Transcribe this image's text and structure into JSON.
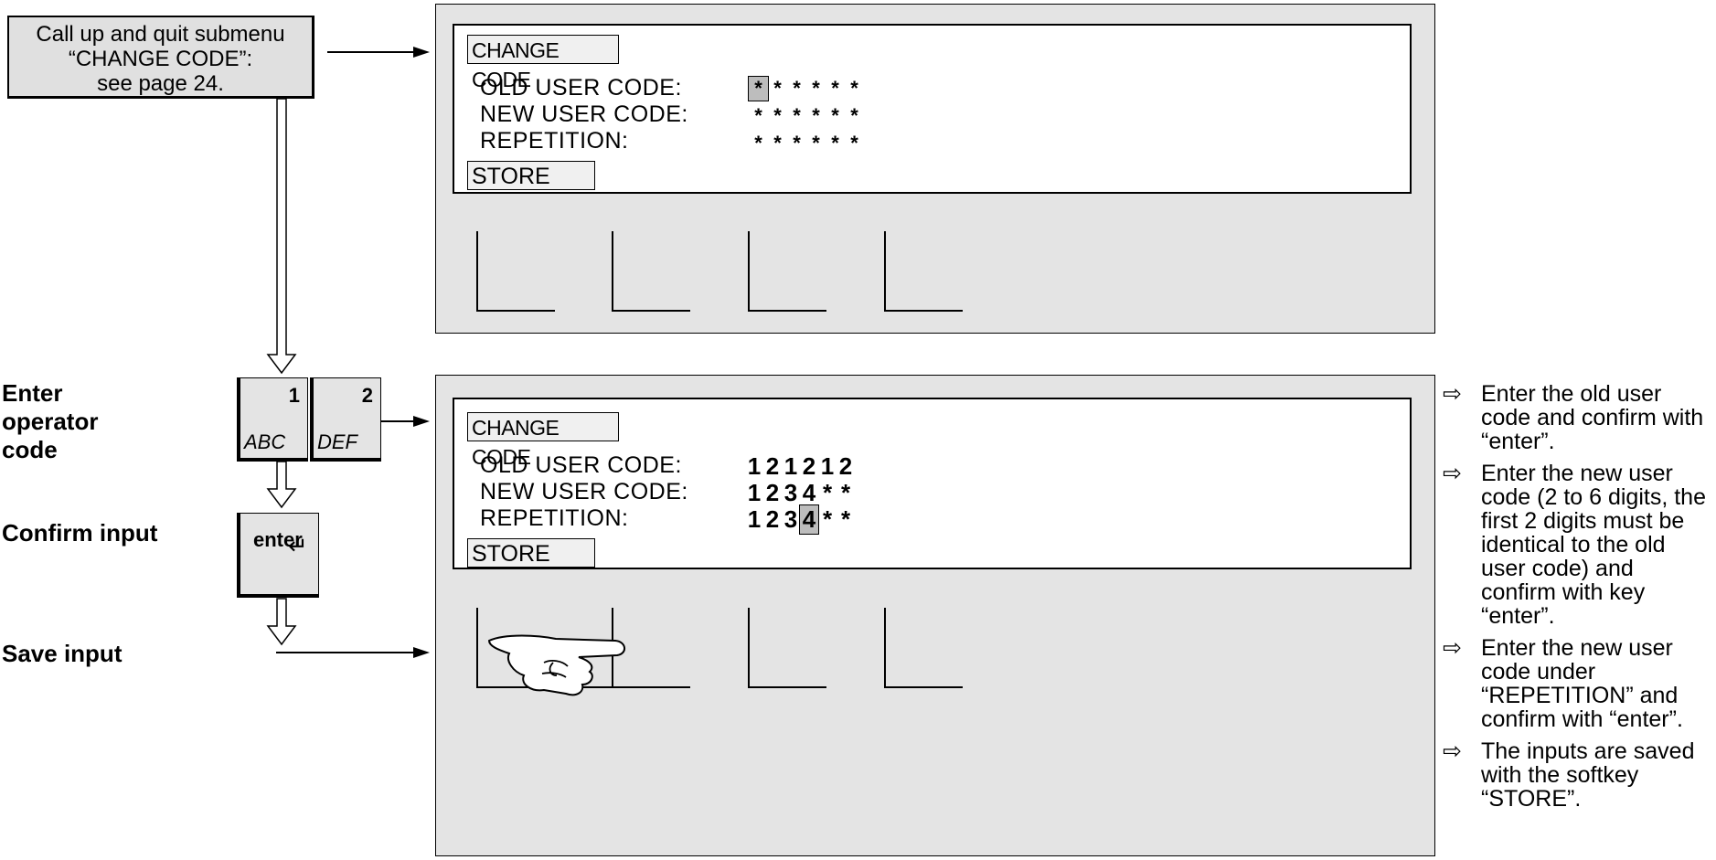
{
  "callout": {
    "line1": "Call up and quit submenu",
    "line2": "“CHANGE CODE”:",
    "line3": "see page 24."
  },
  "screen_top": {
    "title": "CHANGE CODE",
    "rows": [
      {
        "label": "OLD USER CODE:",
        "value": [
          "*",
          "*",
          "*",
          "*",
          "*",
          "*"
        ]
      },
      {
        "label": "NEW USER CODE:",
        "value": [
          "*",
          "*",
          "*",
          "*",
          "*",
          "*"
        ]
      },
      {
        "label": "REPETITION:",
        "value": [
          "*",
          "*",
          "*",
          "*",
          "*",
          "*"
        ]
      }
    ],
    "store": "STORE"
  },
  "screen_bottom": {
    "title": "CHANGE CODE",
    "rows": [
      {
        "label": "OLD USER CODE:",
        "value": [
          "1",
          "2",
          "1",
          "2",
          "1",
          "2"
        ]
      },
      {
        "label": "NEW USER CODE:",
        "value": [
          "1",
          "2",
          "3",
          "4",
          "*",
          "*"
        ]
      },
      {
        "label": "REPETITION:",
        "value": [
          "1",
          "2",
          "3",
          "4",
          "*",
          "*"
        ]
      }
    ],
    "store": "STORE"
  },
  "steps": {
    "enter_code": {
      "l1": "Enter",
      "l2": "operator",
      "l3": "code"
    },
    "confirm": "Confirm input",
    "save": "Save input"
  },
  "keys": {
    "k1": {
      "num": "1",
      "letters": "ABC"
    },
    "k2": {
      "num": "2",
      "letters": "DEF"
    },
    "enter": {
      "label": "enter",
      "symbol": "↵"
    }
  },
  "notes": [
    "Enter the old user code  and confirm with “enter”.",
    "Enter the new user code (2 to 6 digits, the first 2 digits must be identical to the old user code) and confirm with key “enter”.",
    "Enter the new user code under “REPETITION” and confirm with “enter”.",
    "The inputs are saved with the softkey “STORE”."
  ],
  "note_arrow": "⇨"
}
